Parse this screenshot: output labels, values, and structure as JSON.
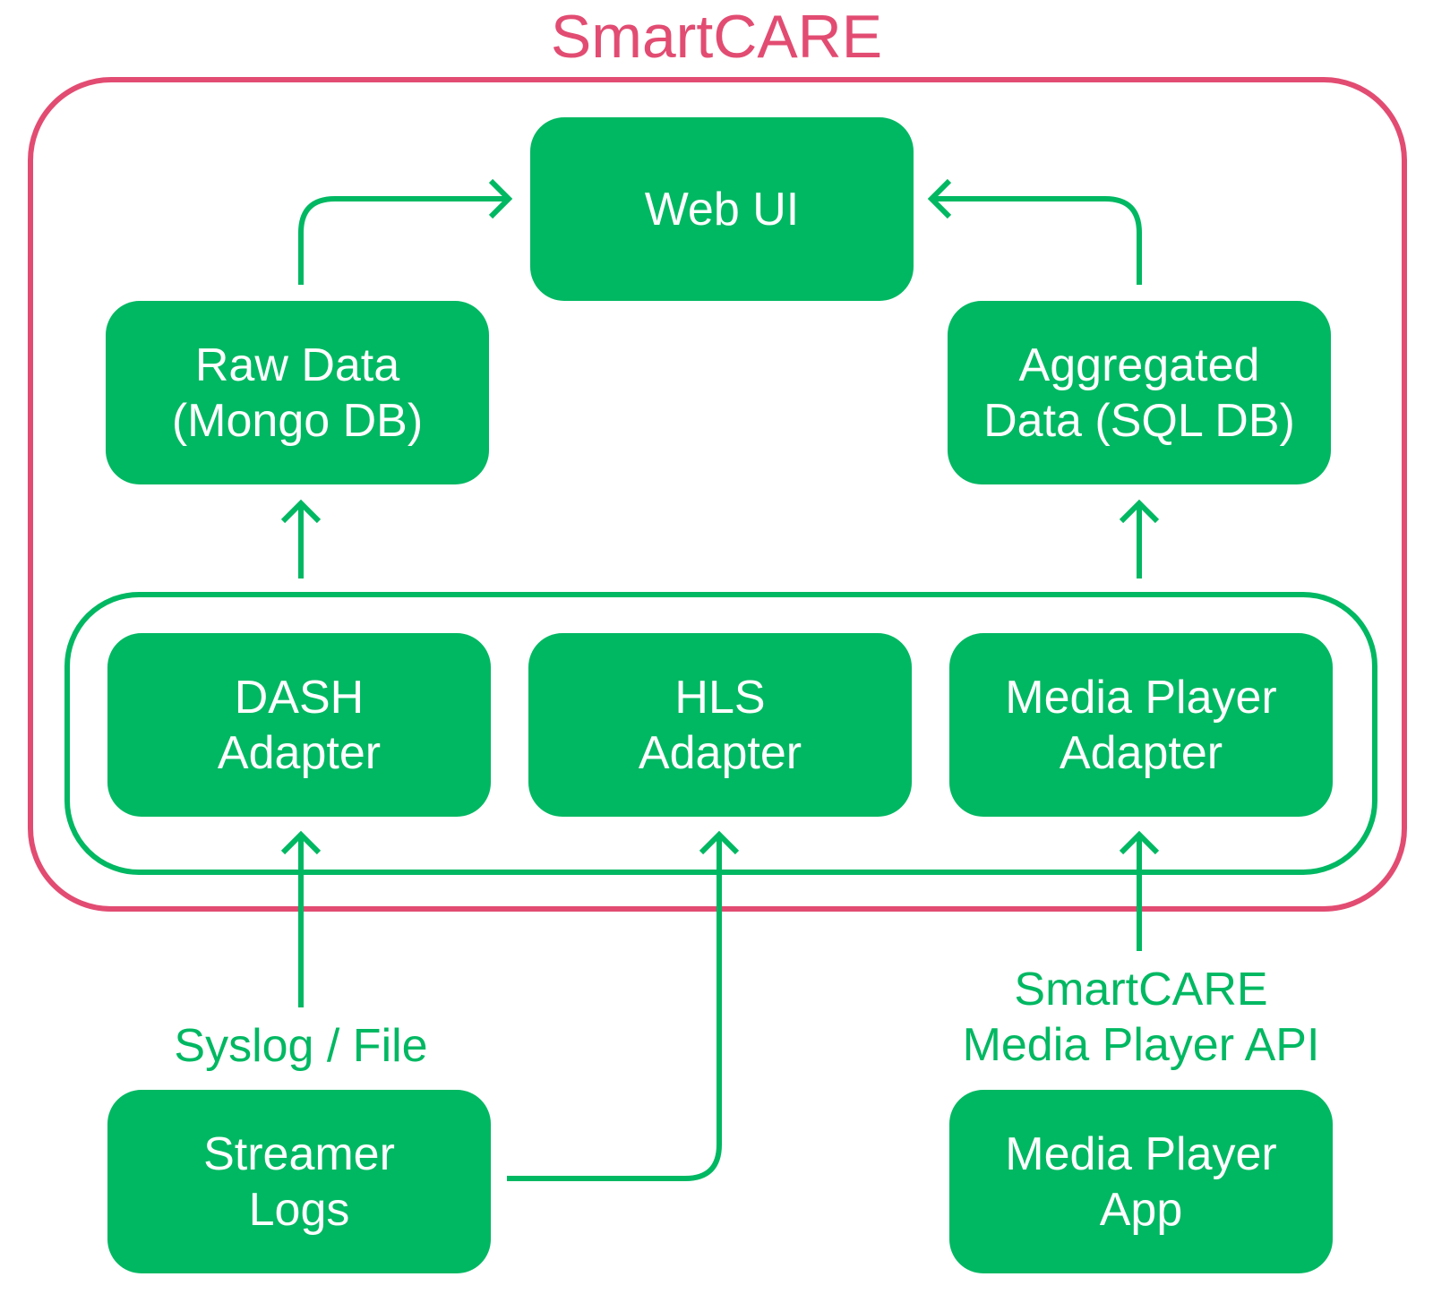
{
  "title": "SmartCARE",
  "colors": {
    "frame": "#e24c72",
    "accent": "#00b862"
  },
  "nodes": {
    "web_ui": "Web UI",
    "raw_data": "Raw Data\n(Mongo DB)",
    "aggregated_data": "Aggregated\nData (SQL DB)",
    "dash_adapter": "DASH\nAdapter",
    "hls_adapter": "HLS\nAdapter",
    "media_player_adapter": "Media Player\nAdapter",
    "streamer_logs": "Streamer\nLogs",
    "media_player_app": "Media Player\nApp"
  },
  "labels": {
    "syslog": "Syslog / File",
    "api": "SmartCARE\nMedia Player API"
  }
}
